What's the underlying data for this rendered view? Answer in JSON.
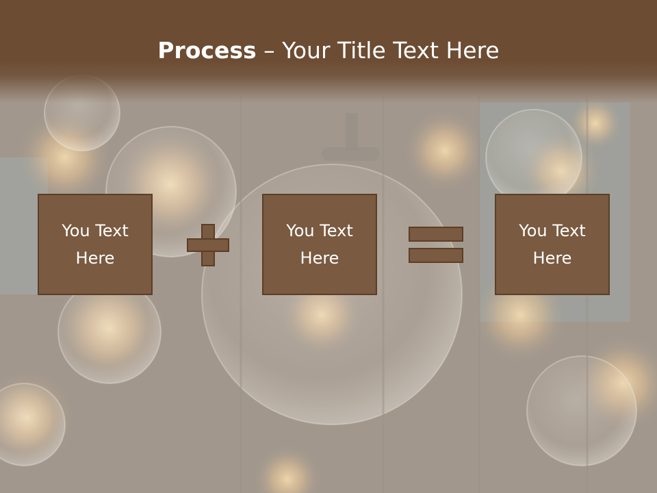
{
  "slide": {
    "title_bold": "Process",
    "title_dash": " – ",
    "title_rest": "Your Title Text Here",
    "boxes": [
      {
        "label": "You Text Here"
      },
      {
        "label": "You Text Here"
      },
      {
        "label": "You Text Here"
      }
    ],
    "operators": [
      "plus-icon",
      "equals-icon"
    ],
    "colors": {
      "header": "#6c4c33",
      "box_fill": "#7a5a40",
      "box_border": "#5b3e27",
      "text": "#ffffff"
    }
  }
}
